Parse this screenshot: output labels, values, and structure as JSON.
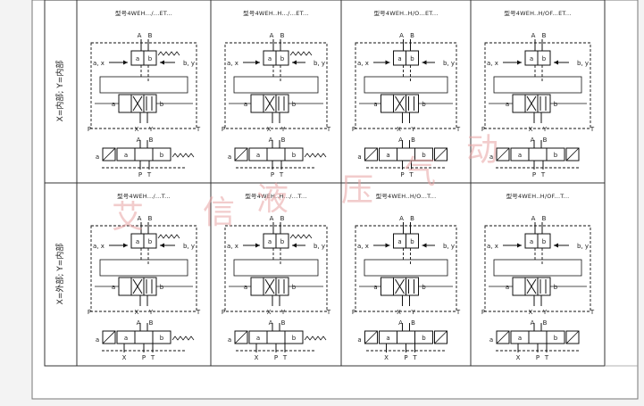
{
  "rows": [
    {
      "side_label": "X=内部; Y=内部",
      "cells": [
        {
          "title": "型号4WEH.../...ET...",
          "sol": "W",
          "lower_ports": [
            "P",
            "T"
          ]
        },
        {
          "title": "型号4WEH..H.../...ET...",
          "sol": "Wb",
          "lower_ports": [
            "P",
            "T"
          ]
        },
        {
          "title": "型号4WEH..H/O...ET...",
          "sol": "b",
          "lower_ports": [
            "P",
            "T"
          ]
        },
        {
          "title": "型号4WEH..H/OF...ET...",
          "sol": "b",
          "lower_ports": [
            "P",
            "T"
          ]
        }
      ]
    },
    {
      "side_label": "X=外部; Y=内部",
      "cells": [
        {
          "title": "型号4WEH.../...T...",
          "sol": "W",
          "lower_ports": [
            "X",
            "P",
            "T"
          ]
        },
        {
          "title": "型号4WEH..H.../...T...",
          "sol": "Wb",
          "lower_ports": [
            "X",
            "P",
            "T"
          ]
        },
        {
          "title": "型号4WEH..H/O...T...",
          "sol": "b",
          "lower_ports": [
            "X",
            "P",
            "T"
          ]
        },
        {
          "title": "型号4WEH..H/OF...T...",
          "sol": "b",
          "lower_ports": [
            "X",
            "P",
            "T"
          ]
        }
      ]
    }
  ],
  "port_labels": {
    "a": "A",
    "b": "B",
    "p": "P",
    "t": "T",
    "x": "X",
    "y": "Y"
  },
  "pilot_labels": {
    "left": "a, x",
    "right": "b, y",
    "sa": "a",
    "sb": "b"
  },
  "watermark": [
    "艾",
    "信",
    "液",
    "压",
    "气",
    "动"
  ]
}
